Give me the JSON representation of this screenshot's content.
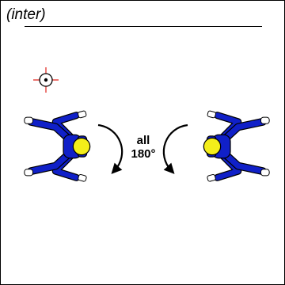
{
  "header": {
    "label": "(inter)"
  },
  "rotation": {
    "line1": "all",
    "line2": "180°"
  },
  "colors": {
    "suit": "#1020c8",
    "helmet": "#f4ee1a",
    "crosshair": "#e0201a",
    "outline": "#000000",
    "background": "#ffffff"
  },
  "icons": {
    "reference_marker": "crosshair-target-icon",
    "left_figure": "skydiver-figure-icon",
    "right_figure": "skydiver-figure-icon",
    "left_arrow": "clockwise-arc-arrow-icon",
    "right_arrow": "counterclockwise-arc-arrow-icon"
  }
}
